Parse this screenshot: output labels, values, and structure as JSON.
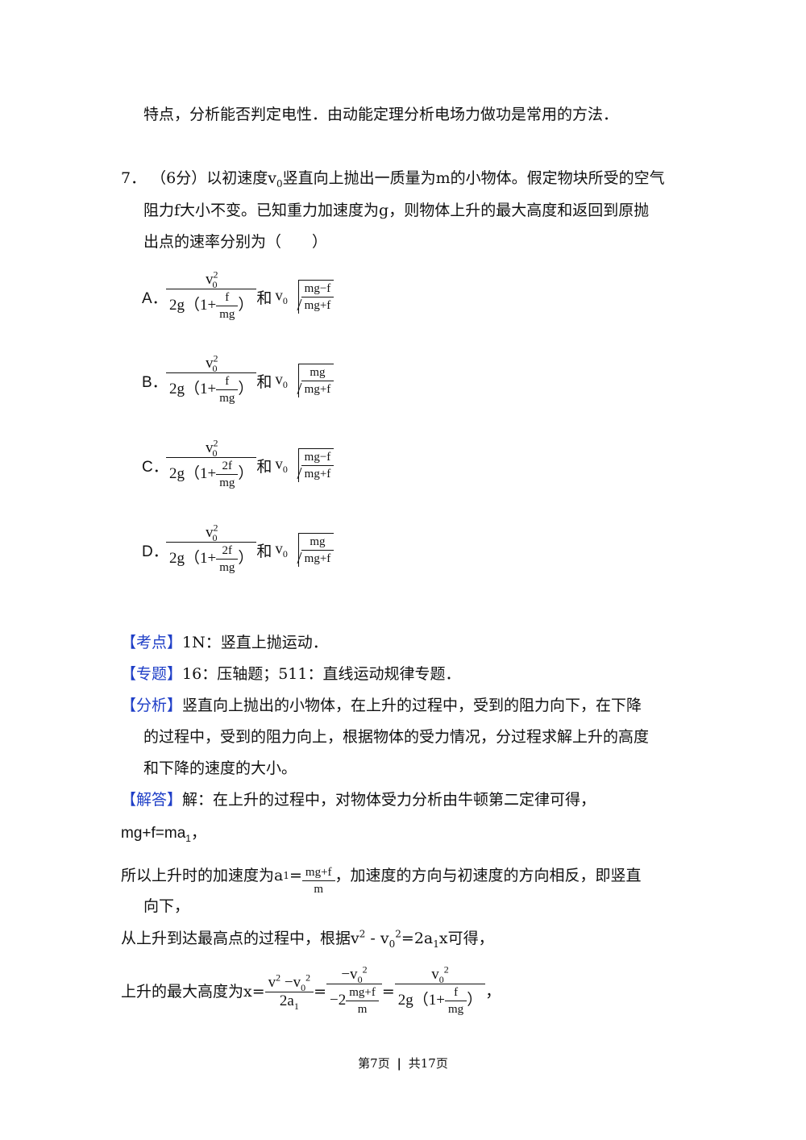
{
  "top_line": "特点，分析能否判定电性．由动能定理分析电场力做功是常用的方法．",
  "question": {
    "number": "7．",
    "score": "（6分）",
    "text_1a": "以初速度v",
    "text_1b": "竖直向上抛出一质量为m的小物体。假定物块所受的空气",
    "text_2": "阻力f大小不变。已知重力加速度为g，则物体上升的最大高度和返回到原抛",
    "text_3": "出点的速率分别为（　　）",
    "sub0": "0"
  },
  "options": [
    {
      "letter": "A．",
      "coef": "f",
      "num_r": "mg−f",
      "den_r": "mg+f"
    },
    {
      "letter": "B．",
      "coef": "f",
      "num_r": "mg",
      "den_r": "mg+f"
    },
    {
      "letter": "C．",
      "coef": "2f",
      "num_r": "mg−f",
      "den_r": "mg+f"
    },
    {
      "letter": "D．",
      "coef": "2f",
      "num_r": "mg",
      "den_r": "mg+f"
    }
  ],
  "option_common": {
    "v": "v",
    "sub0": "0",
    "sup2": "2",
    "den_prefix": "2g（1+",
    "den_suffix": "）",
    "mg": "mg",
    "he": "和"
  },
  "analysis": {
    "kaodian_tag": "【考点】",
    "kaodian": "1N：竖直上抛运动．",
    "zhuanti_tag": "【专题】",
    "zhuanti": "16：压轴题；511：直线运动规律专题．",
    "fenxi_tag": "【分析】",
    "fenxi_1": "竖直向上抛出的小物体，在上升的过程中，受到的阻力向下，在下降",
    "fenxi_2": "的过程中，受到的阻力向上，根据物体的受力情况，分过程求解上升的高度",
    "fenxi_3": "和下降的速度的大小。",
    "jieda_tag": "【解答】",
    "jieda_1": "解：在上升的过程中，对物体受力分析由牛顿第二定律可得，",
    "eq1": "mg+f=ma",
    "eq1_tail": "，",
    "sub1": "1",
    "line_a1_pre": "所以上升时的加速度为a",
    "line_a1_eq": "=",
    "a1_num": "mg+f",
    "a1_den": "m",
    "line_a1_post": "，加速度的方向与初速度的方向相反，即竖直",
    "line_down": "向下，",
    "line_from_pre": "从上升到达最高点的过程中，根据v",
    "line_from_mid": " - v",
    "line_from_mid2": "=2a",
    "line_from_post": "x可得，",
    "line_h_pre": "上升的最大高度为x=",
    "h1_num": "v",
    "h1_num_b": " −v",
    "h1_den": "2a",
    "h2_num": "−v",
    "h2_den_pre": "−2",
    "h2_den_num": "mg+f",
    "h2_den_den": "m",
    "h3_num": "v",
    "h3_den_pre": "2g（1+",
    "h3_den_num": "f",
    "h3_den_den": "mg",
    "h3_den_post": "）",
    "eq_sign": "=",
    "h_tail": "，"
  },
  "footer": {
    "page": "第7页",
    "sep": "|",
    "total": "共17页"
  }
}
